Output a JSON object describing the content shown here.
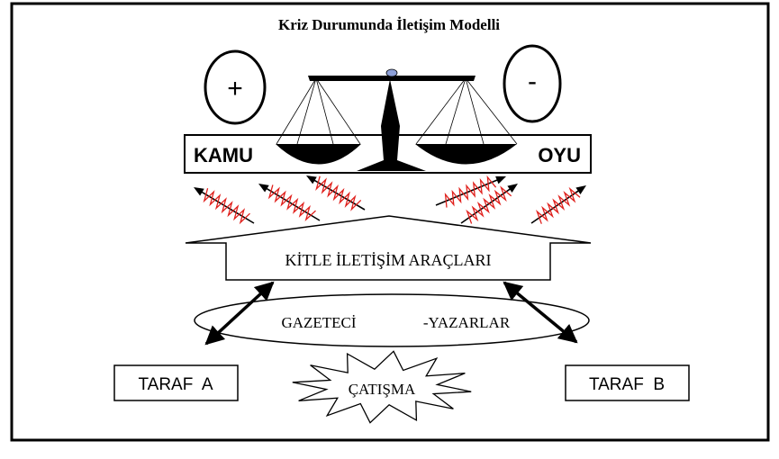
{
  "title": "Kriz Durumunda İletişim Modelli",
  "symbols": {
    "plus": "+",
    "minus": "-"
  },
  "opinion_bar": {
    "left": "KAMU",
    "right": "OYU"
  },
  "media": "KİTLE İLETİŞİM ARAÇLARI",
  "journalists": {
    "left": "GAZETECİ",
    "right": "-YAZARLAR"
  },
  "party_a": "TARAF  A",
  "party_b": "TARAF  B",
  "conflict": "ÇATIŞMA",
  "colors": {
    "stroke": "#000000",
    "spring": "#e0201c",
    "pivot": "#8da0d8"
  }
}
